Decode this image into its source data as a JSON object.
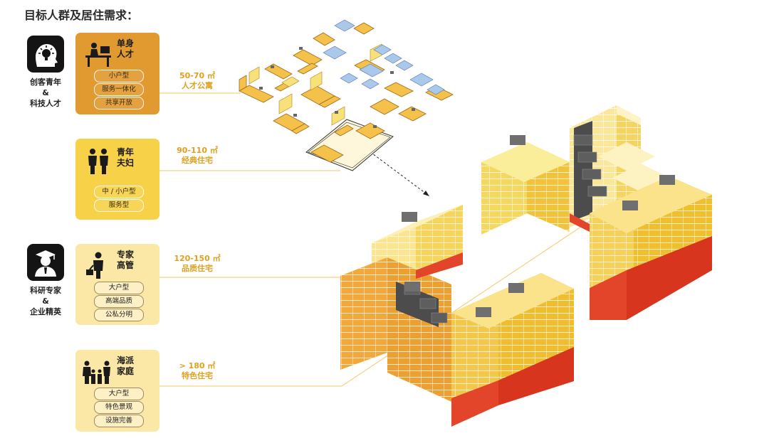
{
  "title": "目标人群及居住需求：",
  "groups": [
    {
      "label_lines": [
        "创客青年",
        "&",
        "科技人才"
      ],
      "icon": "lightbulb-head-icon"
    },
    {
      "label_lines": [
        "科研专家",
        "&",
        "企业精英"
      ],
      "icon": "graduate-avatar-icon"
    }
  ],
  "cards": [
    {
      "title_lines": [
        "单身",
        "人才"
      ],
      "icon": "desk-worker-icon",
      "tags": [
        "小户型",
        "服务一体化",
        "共享开放"
      ],
      "color": "#e19a30"
    },
    {
      "title_lines": [
        "青年",
        "夫妇"
      ],
      "icon": "couple-icon",
      "tags": [
        "中 / 小户型",
        "服务型"
      ],
      "color": "#f7d249"
    },
    {
      "title_lines": [
        "专家",
        "高管"
      ],
      "icon": "businessman-icon",
      "tags": [
        "大户型",
        "高端品质",
        "公私分明"
      ],
      "color": "#fce8a6"
    },
    {
      "title_lines": [
        "海派",
        "家庭"
      ],
      "icon": "family-icon",
      "tags": [
        "大户型",
        "特色景观",
        "设施完善"
      ],
      "color": "#fce8a6"
    }
  ],
  "areas": [
    {
      "range": "50-70 ㎡",
      "type": "人才公寓"
    },
    {
      "range": "90-110 ㎡",
      "type": "经典住宅"
    },
    {
      "range": "120-150 ㎡",
      "type": "品质住宅"
    },
    {
      "range": "> 180 ㎡",
      "type": "特色住宅"
    }
  ],
  "colors": {
    "deep_orange": "#e19a30",
    "yellow": "#f7d249",
    "pale_yellow": "#fce8a6",
    "base_red": "#e2452a",
    "connector_line": "#f0c766"
  }
}
